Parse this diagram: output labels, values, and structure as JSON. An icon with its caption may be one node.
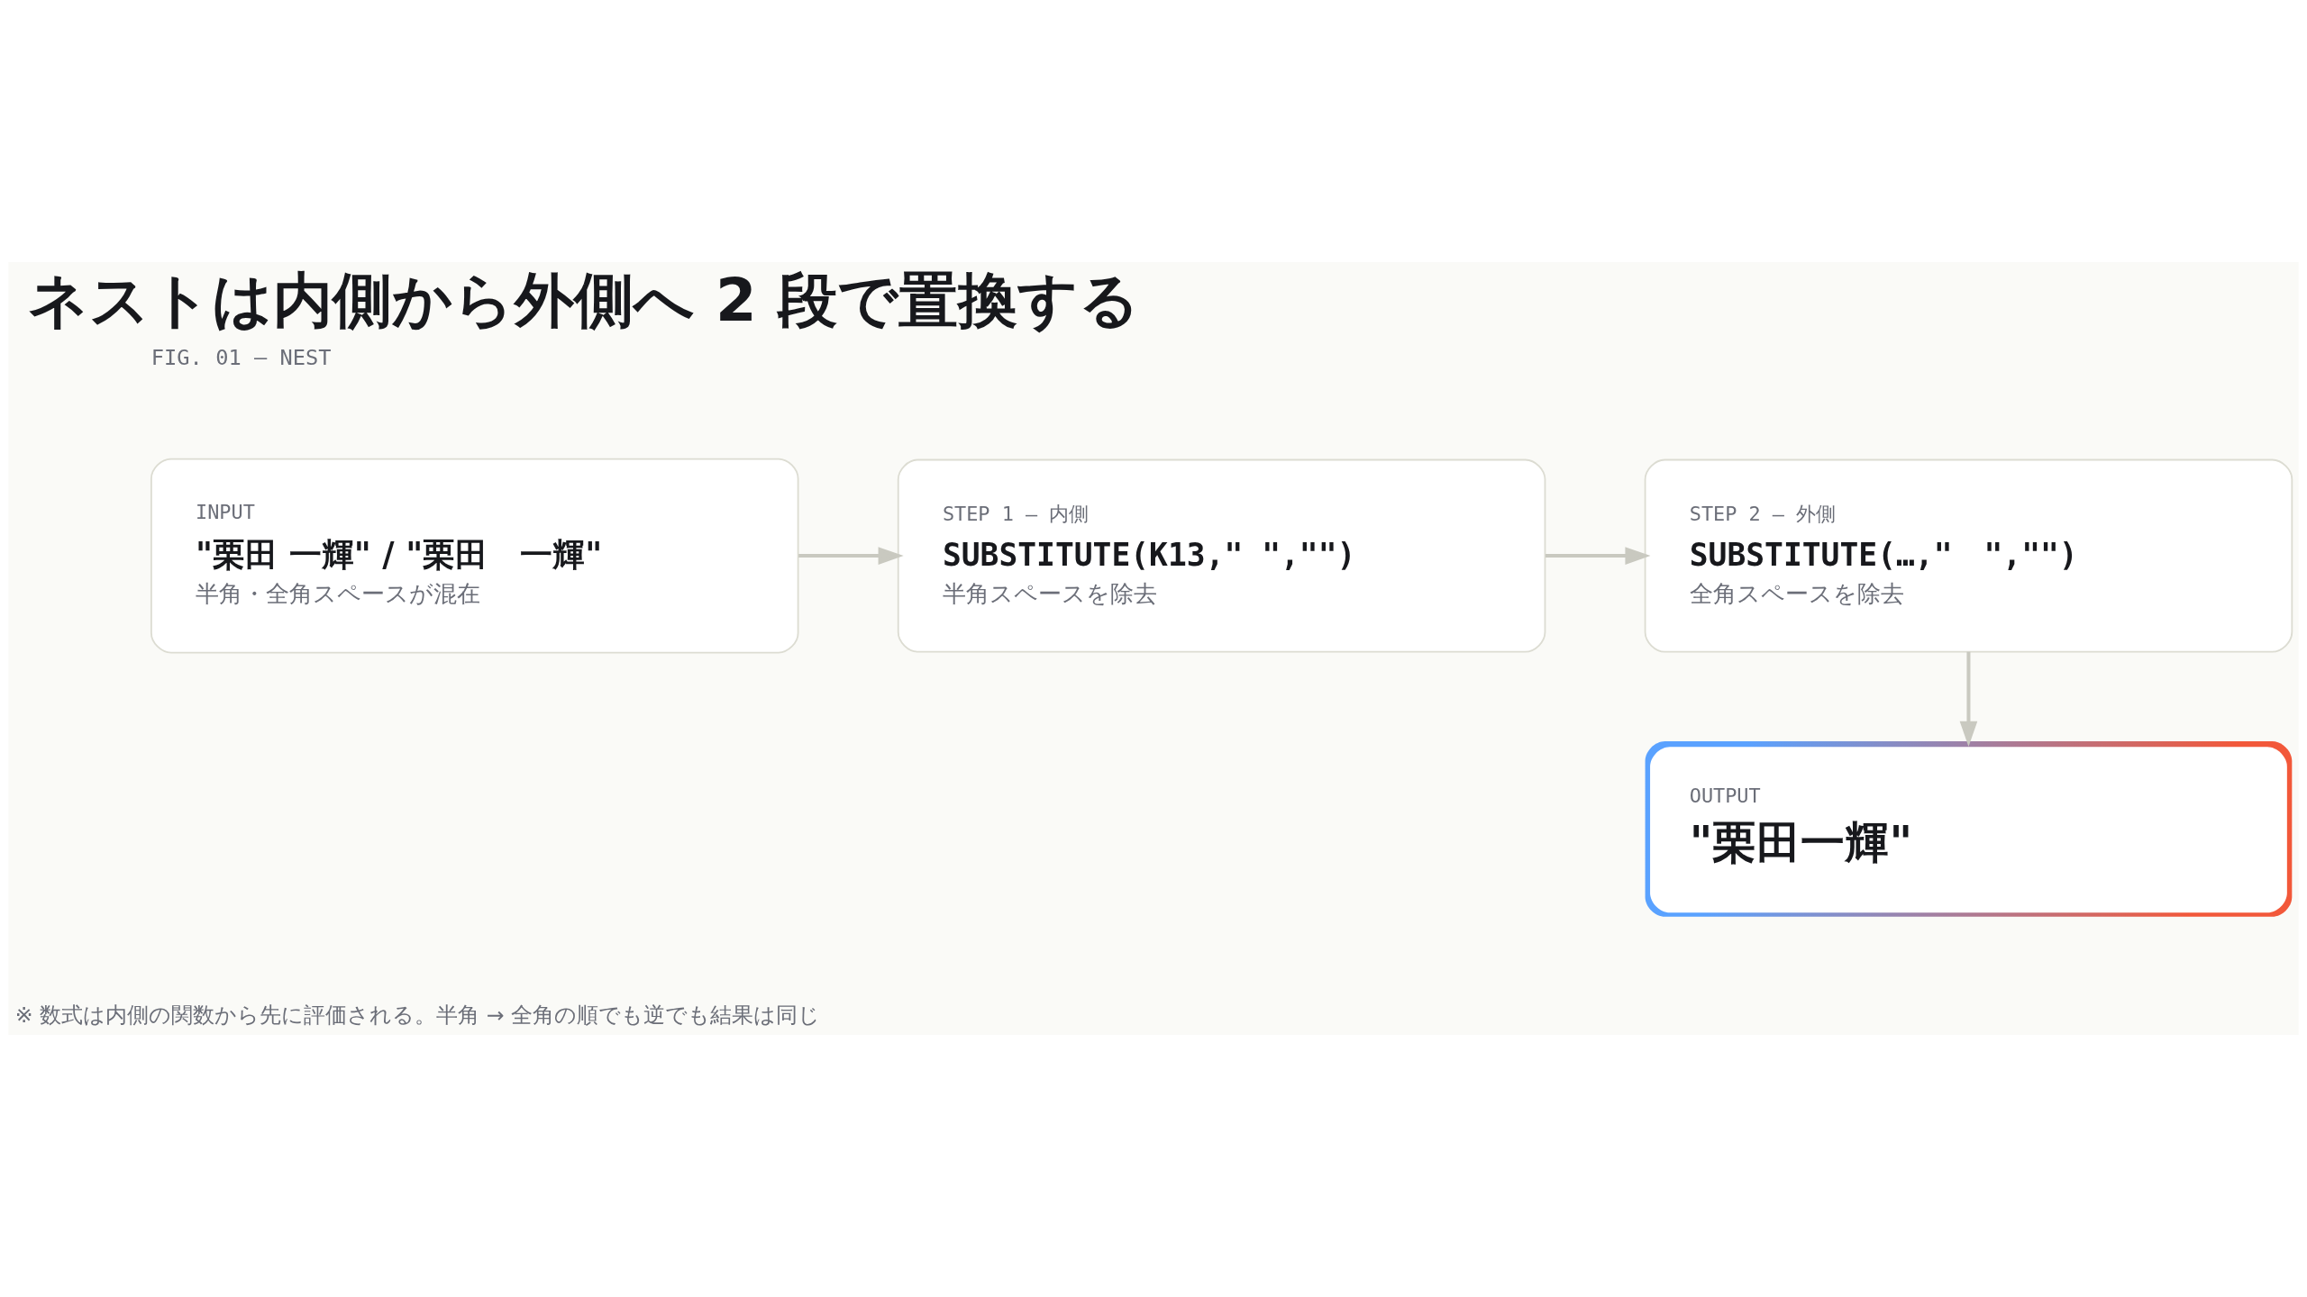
{
  "diagram": {
    "title": "ネストは内側から外側へ 2 段で置換する",
    "nodes": [
      {
        "text": [
          "INPUT",
          "\"栗田 一輝\" / \"栗田　一輝\"",
          "半角・全角スペースが混在"
        ]
      },
      {
        "text": [
          "STEP 1 — 内側",
          "SUBSTITUTE(K13,\" \",\"\")",
          "半角スペースを除去"
        ]
      },
      {
        "text": [
          "STEP 2 — 外側",
          "SUBSTITUTE(…,\"　\",\"\")",
          "全角スペースを除去"
        ]
      },
      {
        "text": [
          "OUTPUT",
          "\"栗田一輝\""
        ]
      }
    ],
    "edges": [
      {
        "from": 0,
        "to": 1,
        "arrow": "to"
      },
      {
        "from": 1,
        "to": 2,
        "arrow": "to"
      },
      {
        "from": 2,
        "to": 3,
        "arrow": "to"
      }
    ],
    "labels": [
      "FIG. 01 — NEST",
      "※ 数式は内側の関数から先に評価される。半角 → 全角の順でも逆でも結果は同じ"
    ]
  }
}
